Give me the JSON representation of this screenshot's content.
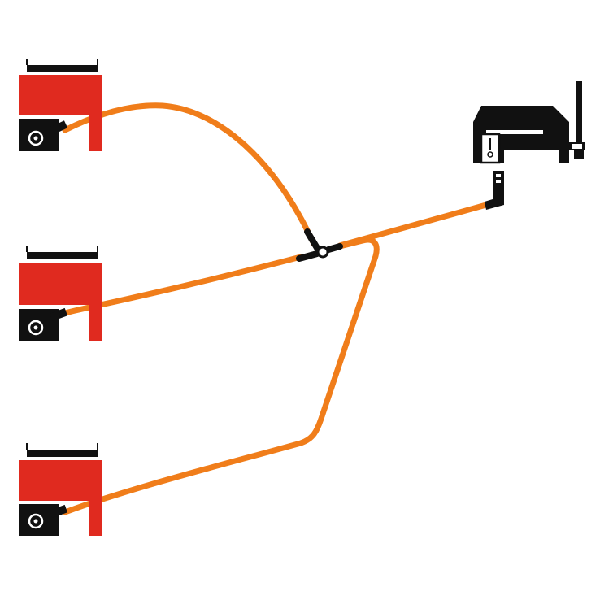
{
  "diagram": {
    "background": "#ffffff",
    "colors": {
      "hose": "#f07d1a",
      "jack_body": "#e02a1f",
      "black": "#111111",
      "white": "#ffffff"
    },
    "components": {
      "jacks": [
        {
          "name": "jack-top"
        },
        {
          "name": "jack-middle"
        },
        {
          "name": "jack-bottom"
        }
      ],
      "pump": {
        "name": "pump-unit"
      },
      "manifold": {
        "name": "tee-connector"
      }
    }
  }
}
